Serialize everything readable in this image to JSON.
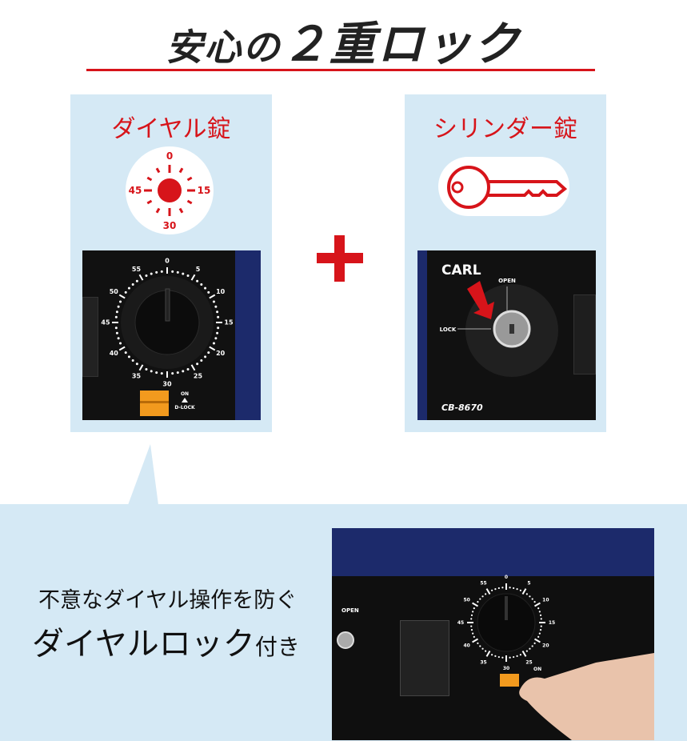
{
  "title": {
    "main": "安心の",
    "accent": "２重ロック"
  },
  "left_panel": {
    "title": "ダイヤル錠",
    "icon_labels": [
      "0",
      "15",
      "30",
      "45"
    ],
    "dial_labels": [
      "0",
      "5",
      "10",
      "15",
      "20",
      "25",
      "30",
      "35",
      "40",
      "45",
      "50",
      "55"
    ],
    "switch_label_top": "ON",
    "switch_label_bottom": "D-LOCK"
  },
  "right_panel": {
    "title": "シリンダー錠",
    "brand": "CARL",
    "open_label": "OPEN",
    "lock_label": "LOCK",
    "model": "CB-8670"
  },
  "bottom": {
    "line1": "不意なダイヤル操作を防ぐ",
    "line2": "ダイヤルロック",
    "line2_suffix": "付き",
    "photo_open_label": "OPEN",
    "photo_on_label": "ON"
  },
  "colors": {
    "accent_red": "#d7141a",
    "panel_blue": "#d5e9f5",
    "case_navy": "#1c2a6b",
    "switch_orange": "#f29a1e"
  }
}
